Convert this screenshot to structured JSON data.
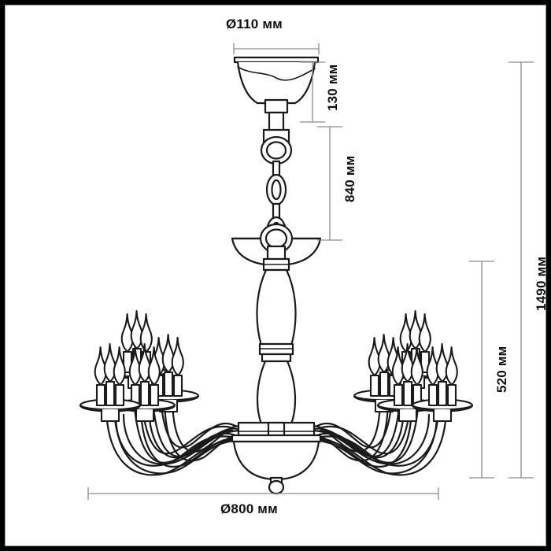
{
  "drawing": {
    "type": "technical-dimension-drawing",
    "subject": "chandelier",
    "units": "мм",
    "line_color": "#1a1a1a",
    "dimension_line_color": "#8c8c8c",
    "background_color": "#ffffff",
    "border_color": "#000000"
  },
  "dimensions": {
    "canopy_diameter": "Ø110 мм",
    "canopy_height": "130 мм",
    "chain_length": "840 мм",
    "total_height": "1490 мм",
    "body_height": "520 мм",
    "overall_diameter": "Ø800 мм"
  },
  "fixture": {
    "canopy": "ceiling-canopy",
    "chain": "suspension-chain",
    "upper_dish": "upper-dish",
    "column": "central-column",
    "hub": "arm-hub",
    "bottom_bowl": "bottom-bowl",
    "finial": "ball-finial",
    "arm_count": 12,
    "candle_count": 12
  }
}
